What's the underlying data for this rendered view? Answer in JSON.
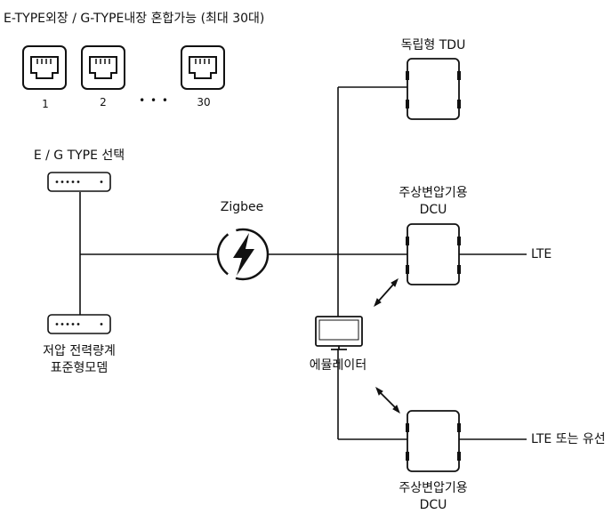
{
  "header": {
    "title": "E-TYPE외장 / G-TYPE내장 혼합가능 (최대 30대)"
  },
  "ports": {
    "labels": [
      "1",
      "2",
      "30"
    ],
    "ellipsis": "• • •"
  },
  "selector": {
    "label": "E / G TYPE 선택"
  },
  "modem": {
    "label_line1": "저압 전력량계",
    "label_line2": "표준형모뎀"
  },
  "link": {
    "label": "Zigbee"
  },
  "devices": {
    "tdu": {
      "label": "독립형 TDU"
    },
    "dcu1": {
      "label_line1": "주상변압기용",
      "label_line2": "DCU",
      "uplink": "LTE"
    },
    "dcu2": {
      "label_line1": "주상변압기용",
      "label_line2": "DCU",
      "uplink": "LTE 또는 유선"
    }
  },
  "emulator": {
    "label": "에뮬레이터"
  }
}
